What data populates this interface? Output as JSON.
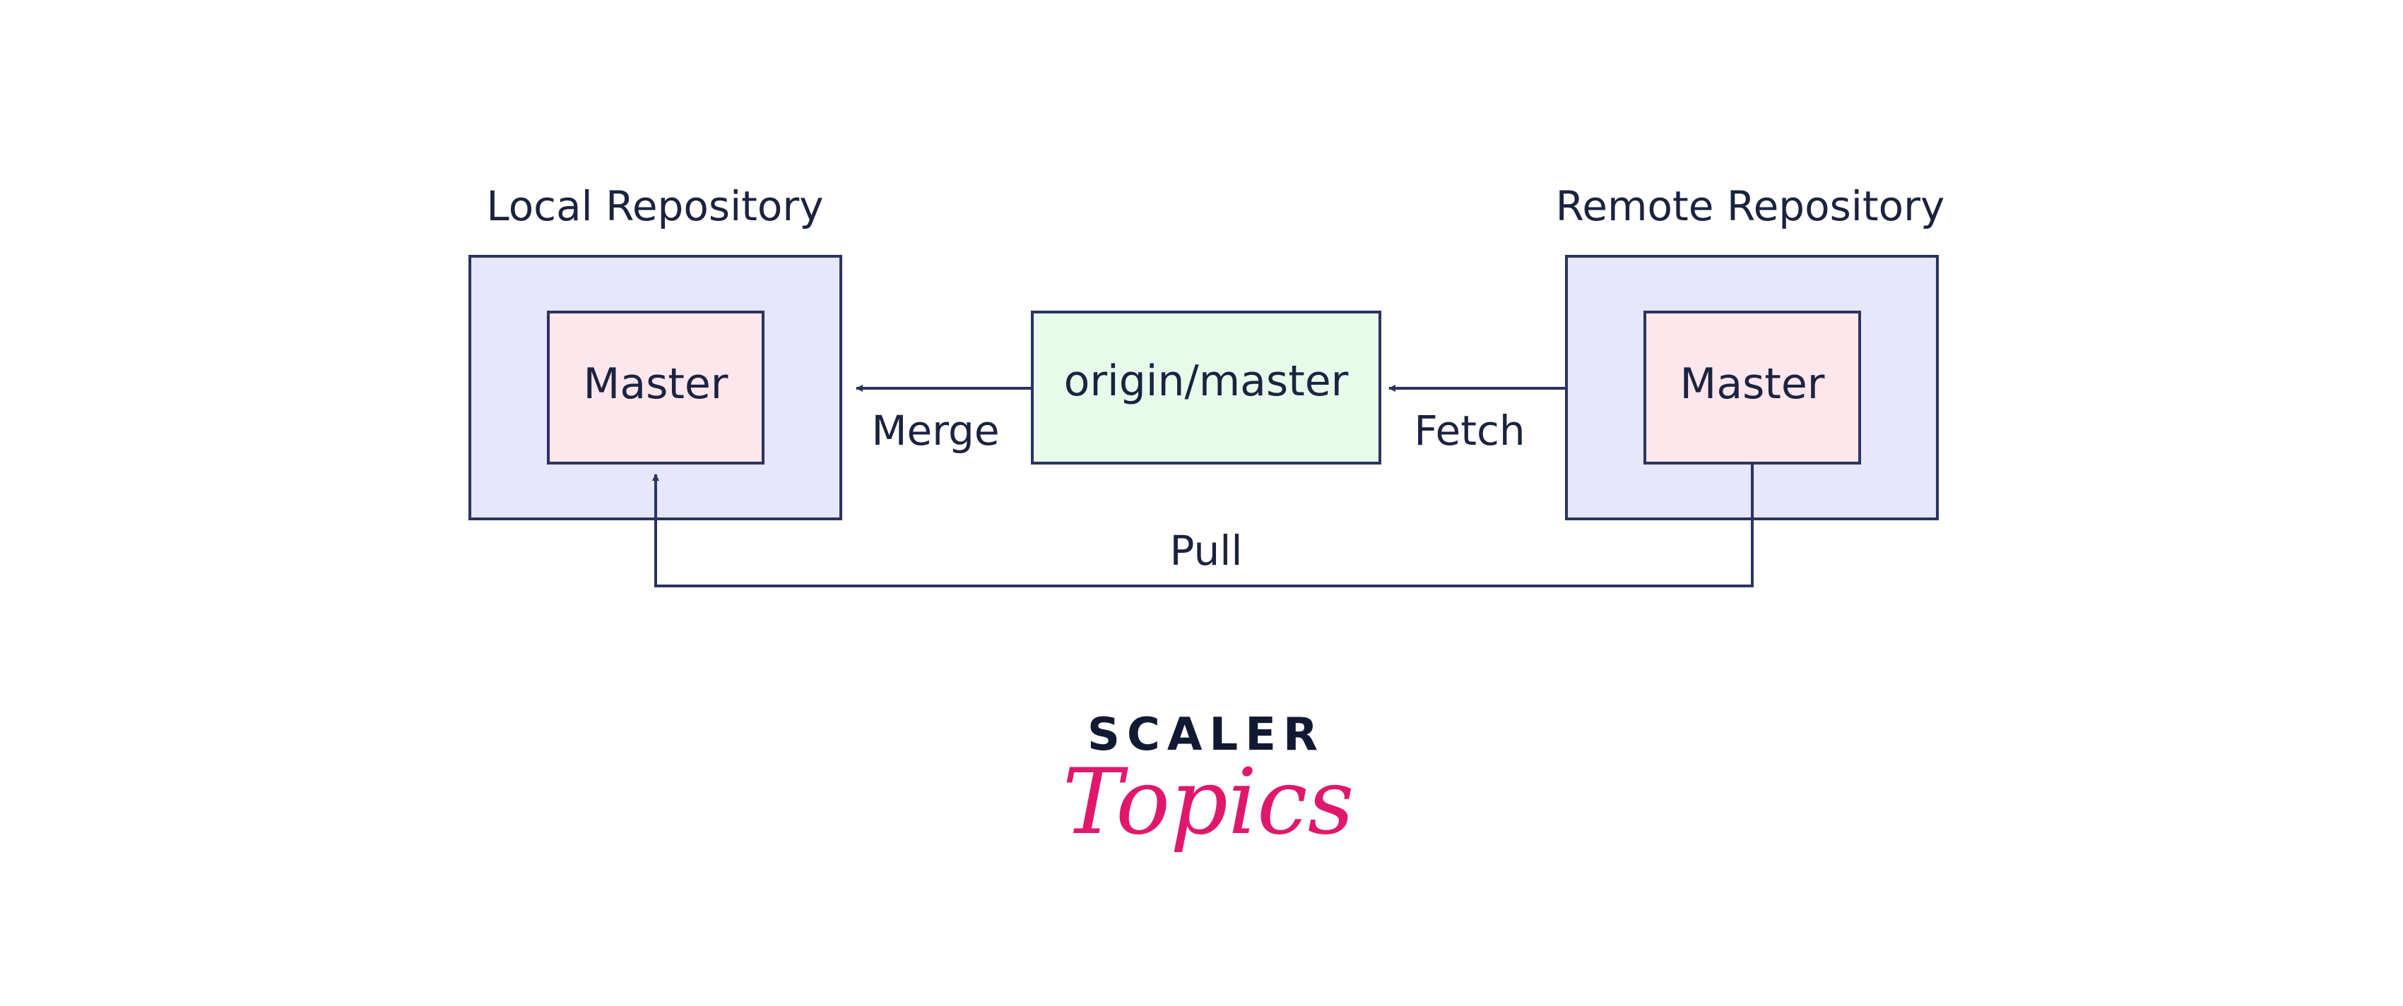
{
  "diagram": {
    "local_repo_title": "Local Repository",
    "remote_repo_title": "Remote Repository",
    "local_branch": "Master",
    "remote_branch": "Master",
    "tracking_branch": "origin/master",
    "merge_label": "Merge",
    "fetch_label": "Fetch",
    "pull_label": "Pull"
  },
  "logo": {
    "line1": "SCALER",
    "line2": "Topics"
  },
  "colors": {
    "stroke": "#2b3360",
    "repo_fill": "#e6e6fc",
    "branch_fill": "#fde6ec",
    "tracking_fill": "#e6fbea",
    "text": "#1c2340",
    "logo_dark": "#121a33",
    "logo_pink": "#e0186c"
  }
}
